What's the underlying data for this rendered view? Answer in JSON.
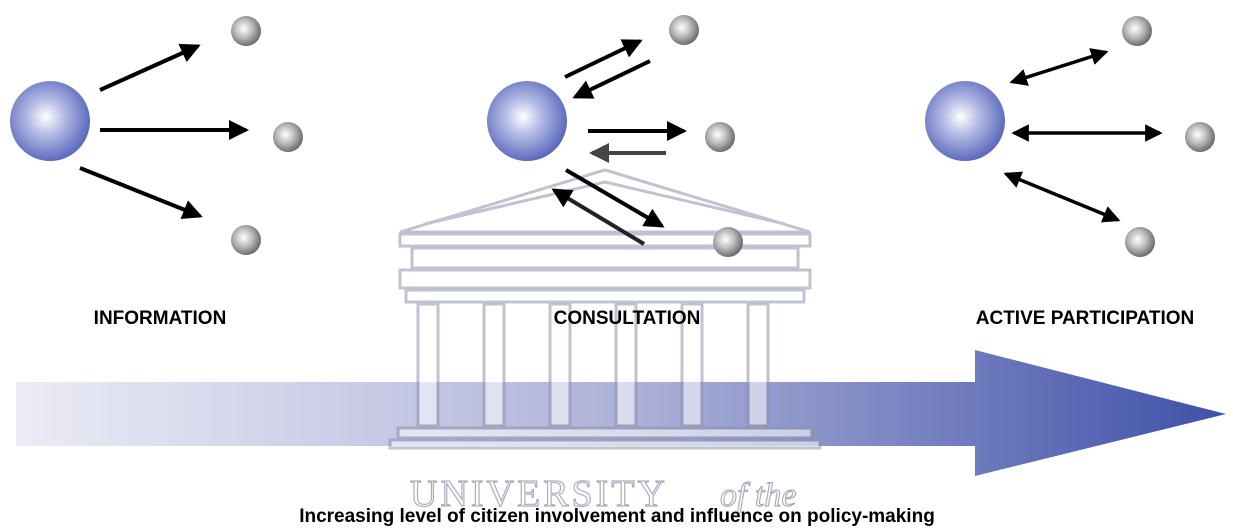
{
  "stages": [
    {
      "label": "INFORMATION",
      "direction": "one-way (government to citizens)"
    },
    {
      "label": "CONSULTATION",
      "direction": "two-way (separate arrows each way)"
    },
    {
      "label": "ACTIVE PARTICIPATION",
      "direction": "two-way (double-headed arrows)"
    }
  ],
  "caption": "Increasing level of citizen involvement and influence on policy-making",
  "watermark": {
    "text": "UNIVERSITY",
    "text_italic": "of the"
  },
  "colors": {
    "government_node": "#4f5fb8",
    "citizen_node": "#808080",
    "arrow": "#000000",
    "progress_arrow": "#3f51a8",
    "watermark": "#8f92aa"
  }
}
